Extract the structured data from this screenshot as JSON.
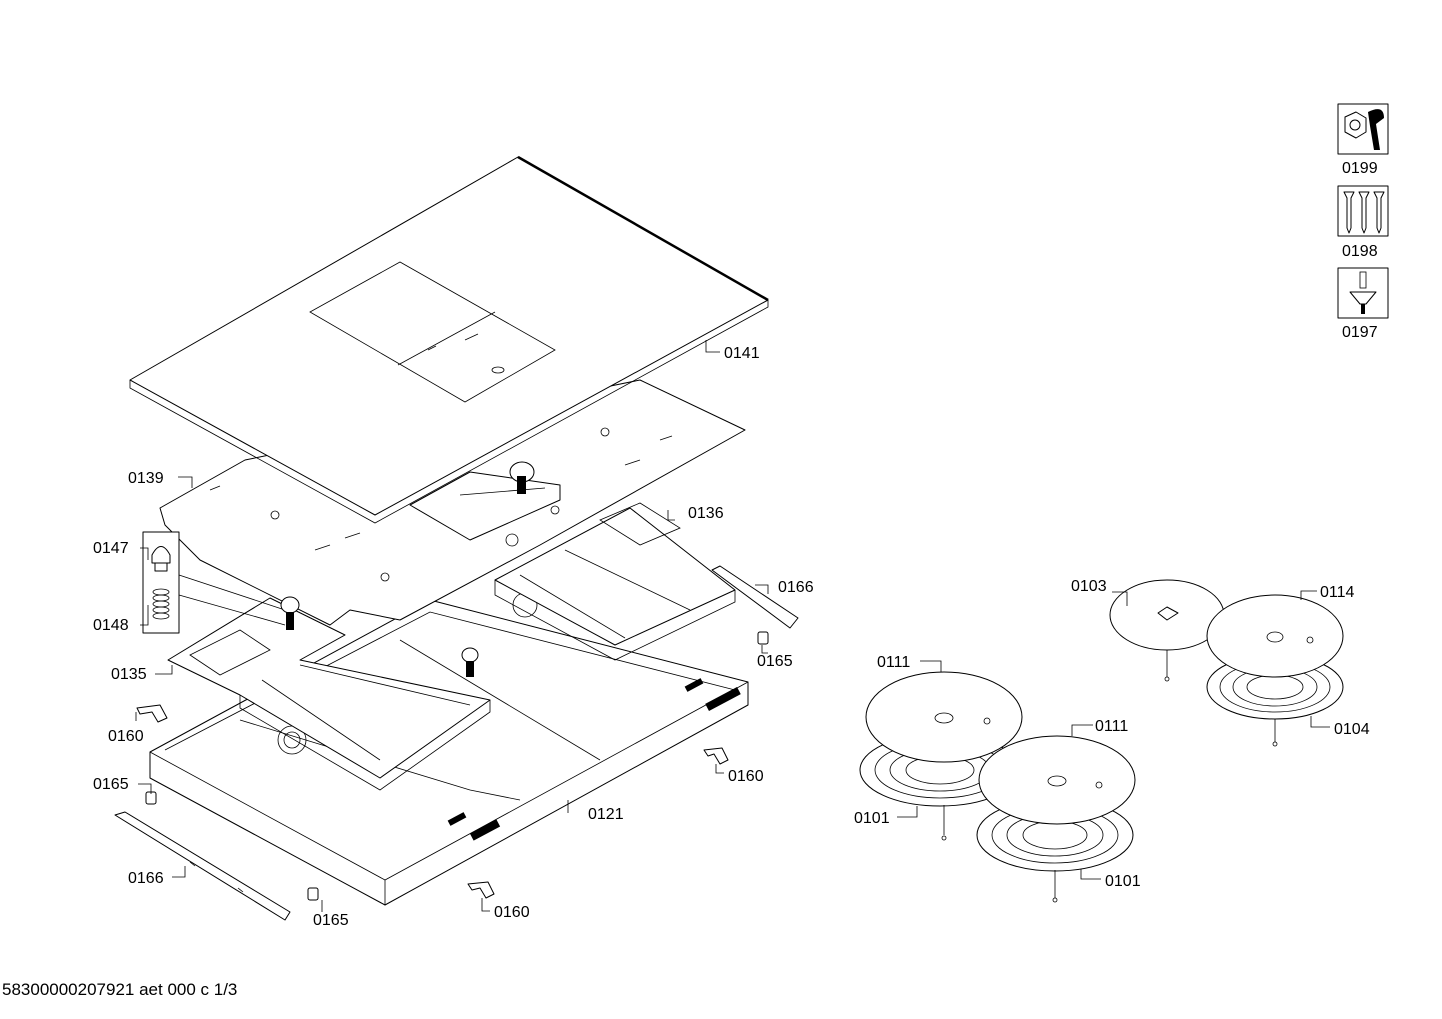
{
  "footer": "58300000207921 aet 000 c 1/3",
  "labels": {
    "p0141": "0141",
    "p0139": "0139",
    "p0136": "0136",
    "p0147": "0147",
    "p0148": "0148",
    "p0135": "0135",
    "p0166a": "0166",
    "p0165a": "0165",
    "p0160a": "0160",
    "p0165b": "0165",
    "p0121": "0121",
    "p0160b": "0160",
    "p0166b": "0166",
    "p0165c": "0165",
    "p0160c": "0160",
    "p0103": "0103",
    "p0114": "0114",
    "p0111a": "0111",
    "p0111b": "0111",
    "p0104": "0104",
    "p0101a": "0101",
    "p0101b": "0101",
    "p0199": "0199",
    "p0198": "0198",
    "p0197": "0197"
  },
  "icons": {
    "i0199": "nut-wrench-icon",
    "i0198": "screws-icon",
    "i0197": "screwdriver-icon"
  }
}
